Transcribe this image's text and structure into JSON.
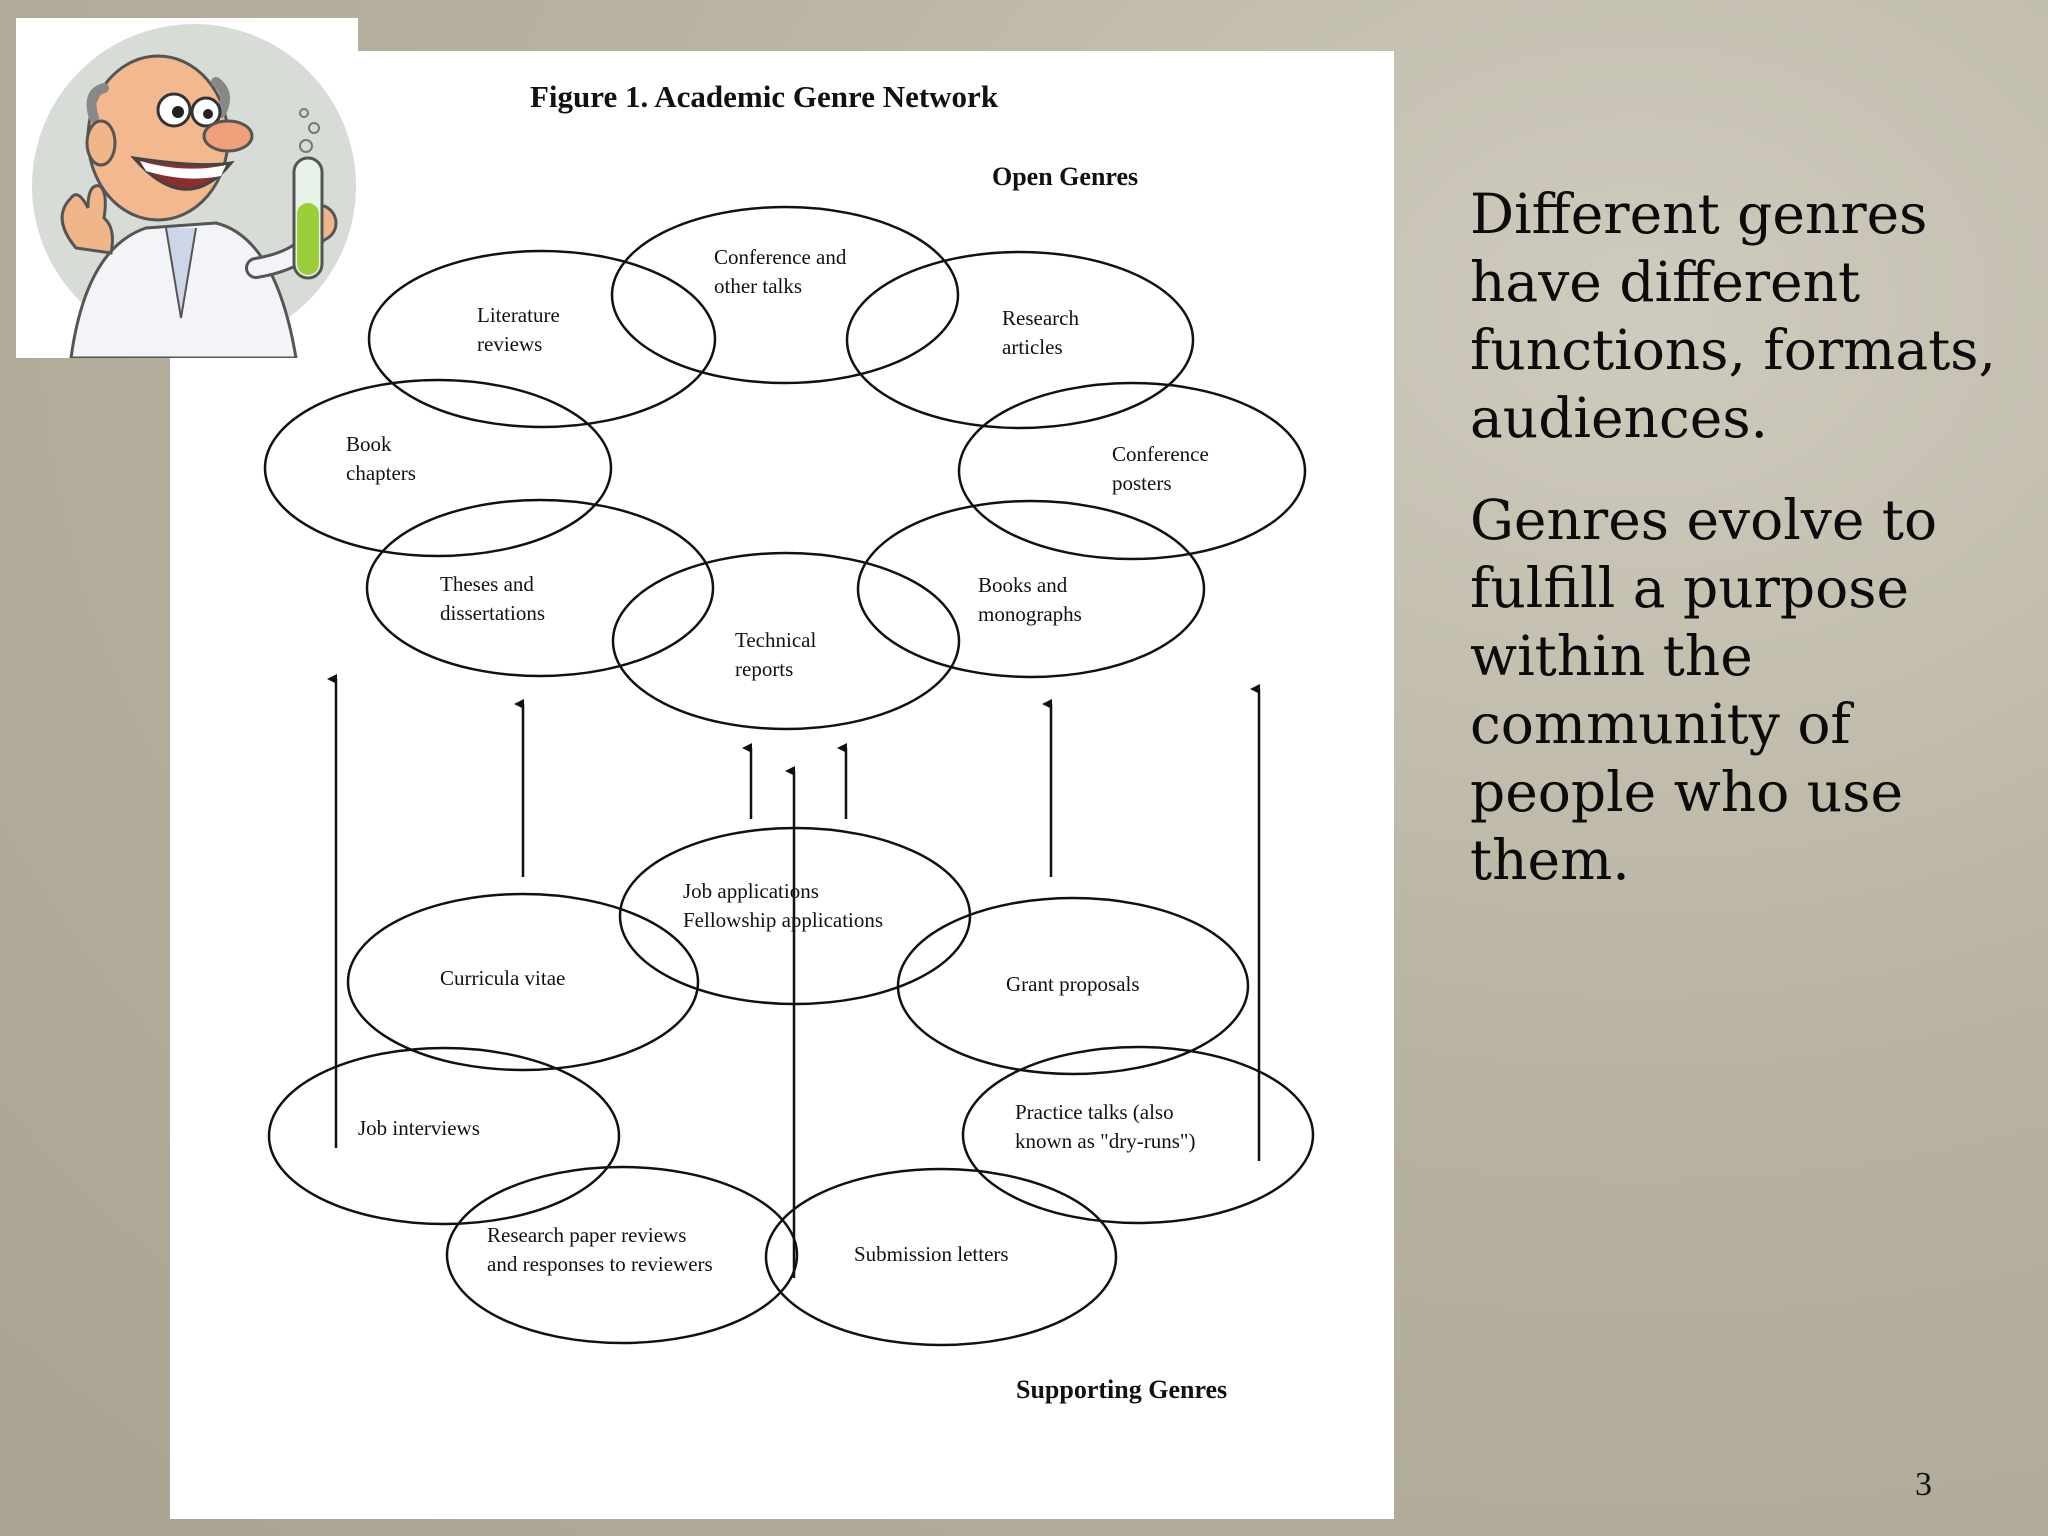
{
  "slide": {
    "number": "3",
    "body_paragraphs": [
      "Different genres have different functions, formats, audiences.",
      "Genres evolve to fulfill a purpose within the community of people who use them."
    ]
  },
  "figure": {
    "title": "Figure 1. Academic Genre Network",
    "open_label": "Open Genres",
    "supporting_label": "Supporting Genres",
    "open_genres": [
      {
        "id": "conference-talks",
        "lines": [
          "Conference and",
          "other talks"
        ]
      },
      {
        "id": "literature-reviews",
        "lines": [
          "Literature",
          "reviews"
        ]
      },
      {
        "id": "research-articles",
        "lines": [
          "Research",
          "articles"
        ]
      },
      {
        "id": "book-chapters",
        "lines": [
          "Book",
          "chapters"
        ]
      },
      {
        "id": "conference-posters",
        "lines": [
          "Conference",
          "posters"
        ]
      },
      {
        "id": "theses-dissertations",
        "lines": [
          "Theses and",
          "dissertations"
        ]
      },
      {
        "id": "books-monographs",
        "lines": [
          "Books and",
          "monographs"
        ]
      },
      {
        "id": "technical-reports",
        "lines": [
          "Technical",
          "reports"
        ]
      }
    ],
    "supporting_genres": [
      {
        "id": "job-applications",
        "lines": [
          "Job applications",
          "Fellowship applications"
        ]
      },
      {
        "id": "curricula-vitae",
        "lines": [
          "Curricula vitae"
        ]
      },
      {
        "id": "grant-proposals",
        "lines": [
          "Grant proposals"
        ]
      },
      {
        "id": "job-interviews",
        "lines": [
          "Job interviews"
        ]
      },
      {
        "id": "practice-talks",
        "lines": [
          "Practice talks (also",
          "known as \"dry-runs\")"
        ]
      },
      {
        "id": "research-paper-reviews",
        "lines": [
          "Research paper reviews",
          "and responses to reviewers"
        ]
      },
      {
        "id": "submission-letters",
        "lines": [
          "Submission letters"
        ]
      }
    ]
  },
  "icons": {
    "clipart": "scientist-with-test-tube-icon"
  }
}
